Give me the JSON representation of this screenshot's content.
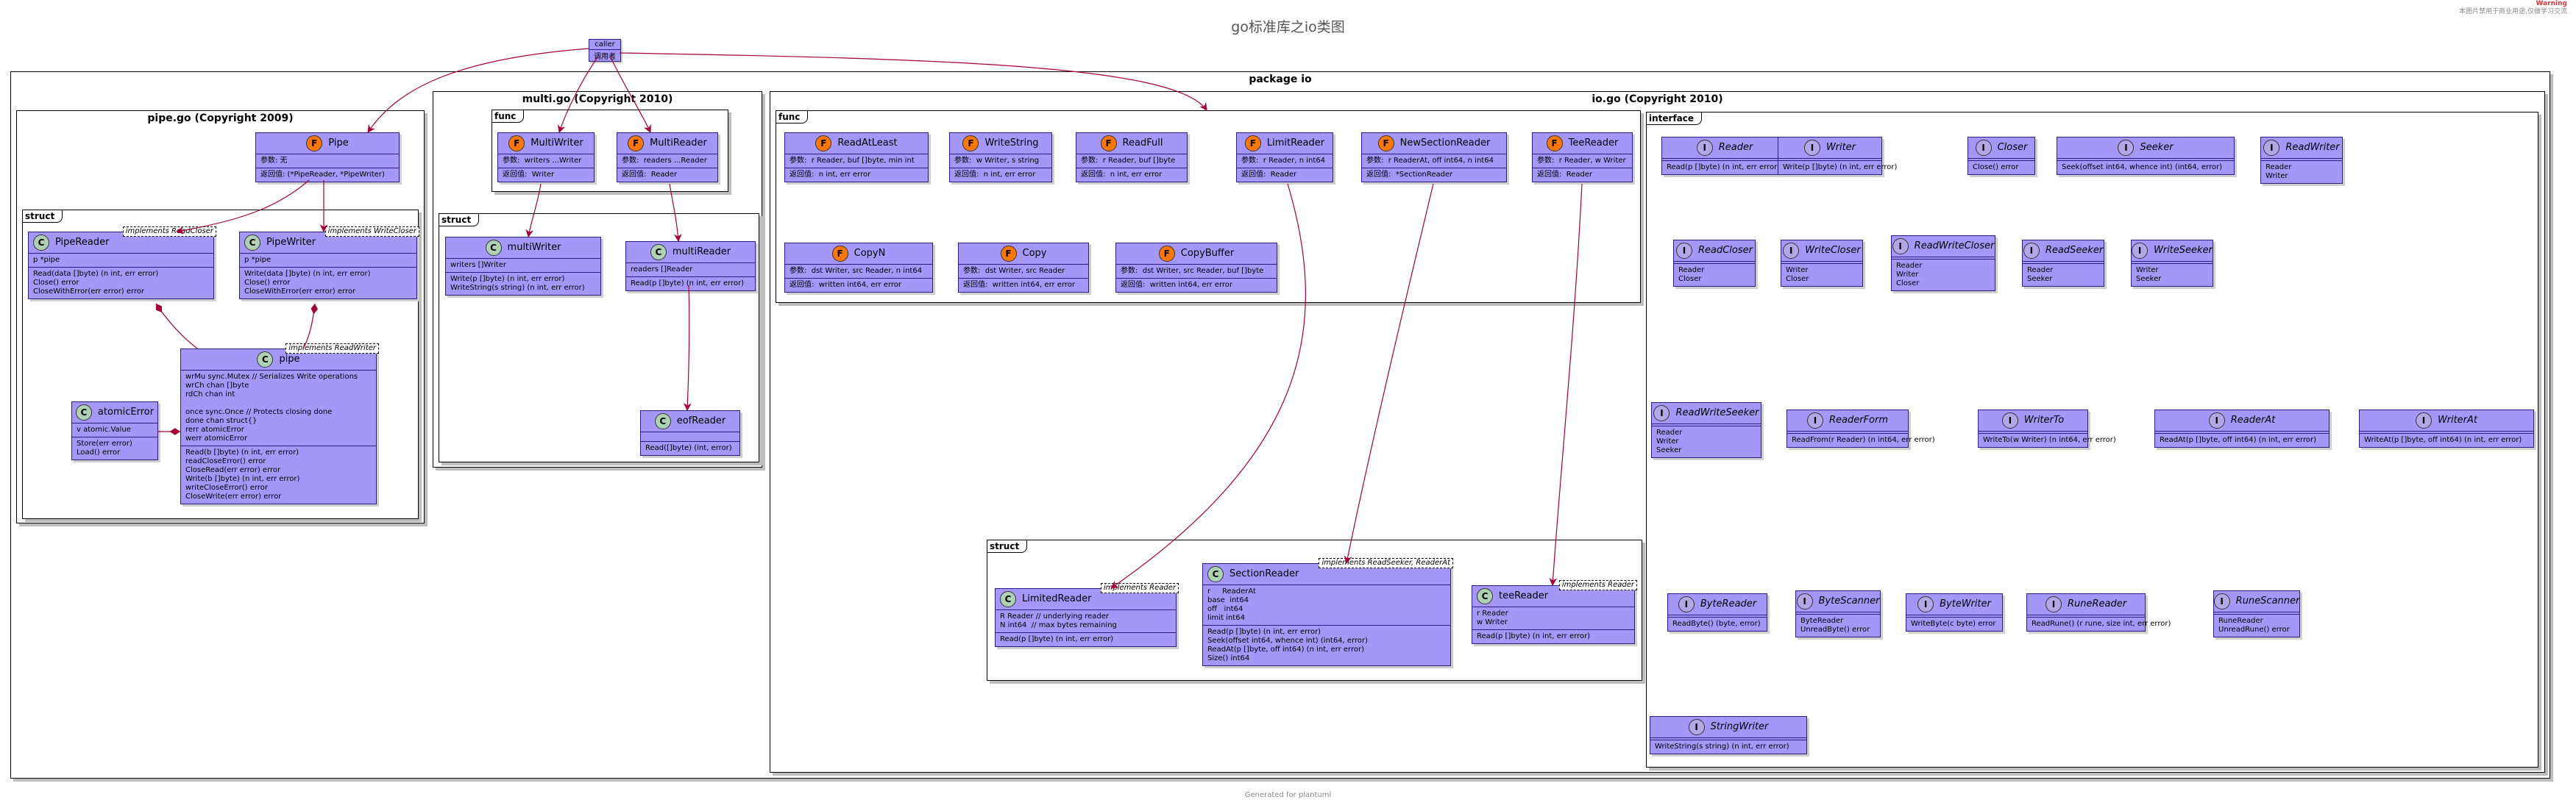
{
  "title": "go标准库之io类图",
  "watermark": [
    "Warning",
    "本图片禁用于商业用途,仅做学习交流"
  ],
  "footer": "Generated for plantuml",
  "caller": {
    "name": "caller",
    "label": "调用者"
  },
  "package": "package io",
  "frames": {
    "pipe_go": "pipe.go  (Copyright 2009)",
    "multi_go": "multi.go  (Copyright 2010)",
    "io_go": "io.go  (Copyright 2010)",
    "func": "func",
    "struct": "struct",
    "interface": "interface"
  },
  "pipe_go": {
    "pipe_func": {
      "name": "Pipe",
      "params": "参数: 无",
      "ret": "返回值: (*PipeReader, *PipeWriter)"
    },
    "PipeReader": {
      "name": "PipeReader",
      "impl": "implements ReadCloser",
      "fields": "p *pipe",
      "methods": "Read(data []byte) (n int, err error)\nClose() error\nCloseWithError(err error) error"
    },
    "PipeWriter": {
      "name": "PipeWriter",
      "impl": "implements WriteCloser",
      "fields": "p *pipe",
      "methods": "Write(data []byte) (n int, err error)\nClose() error\nCloseWithError(err error) error"
    },
    "atomicError": {
      "name": "atomicError",
      "fields": "v atomic.Value",
      "methods": "Store(err error)\nLoad() error"
    },
    "pipe": {
      "name": "pipe",
      "impl": "implements ReadWriter",
      "fields1": "wrMu sync.Mutex // Serializes Write operations\nwrCh chan []byte\nrdCh chan int",
      "fields2": "once sync.Once // Protects closing done\ndone chan struct{}\nrerr atomicError\nwerr atomicError",
      "methods": "Read(b []byte) (n int, err error)\nreadCloseError() error\nCloseRead(err error) error\nWrite(b []byte) (n int, err error)\nwriteCloseError() error\nCloseWrite(err error) error"
    }
  },
  "multi_go": {
    "MultiWriter": {
      "name": "MultiWriter",
      "params": "参数:  writers ...Writer",
      "ret": "返回值:  Writer"
    },
    "MultiReader": {
      "name": "MultiReader",
      "params": "参数:  readers ...Reader",
      "ret": "返回值:  Reader"
    },
    "multiWriter": {
      "name": "multiWriter",
      "fields": "writers []Writer",
      "methods": "Write(p []byte) (n int, err error)\nWriteString(s string) (n int, err error)"
    },
    "multiReader": {
      "name": "multiReader",
      "fields": "readers []Reader",
      "methods": "Read(p []byte) (n int, err error)"
    },
    "eofReader": {
      "name": "eofReader",
      "fields": "",
      "methods": "Read([]byte) (int, error)"
    }
  },
  "io_go": {
    "funcs": [
      {
        "name": "ReadAtLeast",
        "params": "参数:  r Reader, buf []byte, min int",
        "ret": "返回值:  n int, err error"
      },
      {
        "name": "WriteString",
        "params": "参数:  w Writer, s string",
        "ret": "返回值:  n int, err error"
      },
      {
        "name": "ReadFull",
        "params": "参数:  r Reader, buf []byte",
        "ret": "返回值:  n int, err error"
      },
      {
        "name": "LimitReader",
        "params": "参数:  r Reader, n int64",
        "ret": "返回值:  Reader"
      },
      {
        "name": "NewSectionReader",
        "params": "参数:  r ReaderAt, off int64, n int64",
        "ret": "返回值:  *SectionReader"
      },
      {
        "name": "TeeReader",
        "params": "参数:  r Reader, w Writer",
        "ret": "返回值:  Reader"
      },
      {
        "name": "CopyN",
        "params": "参数:  dst Writer, src Reader, n int64",
        "ret": "返回值:  written int64, err error"
      },
      {
        "name": "Copy",
        "params": "参数:  dst Writer, src Reader",
        "ret": "返回值:  written int64, err error"
      },
      {
        "name": "CopyBuffer",
        "params": "参数:  dst Writer, src Reader, buf []byte",
        "ret": "返回值:  written int64, err error"
      }
    ],
    "LimitedReader": {
      "name": "LimitedReader",
      "impl": "implements Reader",
      "fields": "R Reader // underlying reader\nN int64  // max bytes remaining",
      "methods": "Read(p []byte) (n int, err error)"
    },
    "SectionReader": {
      "name": "SectionReader",
      "impl": "implements ReadSeeker, ReaderAt",
      "fields": "r     ReaderAt\nbase  int64\noff   int64\nlimit int64",
      "methods": "Read(p []byte) (n int, err error)\nSeek(offset int64, whence int) (int64, error)\nReadAt(p []byte, off int64) (n int, err error)\nSize() int64"
    },
    "teeReader": {
      "name": "teeReader",
      "impl": "implements Reader",
      "fields": "r Reader\nw Writer",
      "methods": "Read(p []byte) (n int, err error)"
    },
    "interfaces": [
      {
        "name": "Reader",
        "body": "Read(p []byte) (n int, err error)"
      },
      {
        "name": "Writer",
        "body": "Write(p []byte) (n int, err error)"
      },
      {
        "name": "Closer",
        "body": "Close() error"
      },
      {
        "name": "Seeker",
        "body": "Seek(offset int64, whence int) (int64, error)"
      },
      {
        "name": "ReadWriter",
        "body": "Reader\nWriter"
      },
      {
        "name": "ReadCloser",
        "body": "Reader\nCloser"
      },
      {
        "name": "WriteCloser",
        "body": "Writer\nCloser"
      },
      {
        "name": "ReadWriteCloser",
        "body": "Reader\nWriter\nCloser"
      },
      {
        "name": "ReadSeeker",
        "body": "Reader\nSeeker"
      },
      {
        "name": "WriteSeeker",
        "body": "Writer\nSeeker"
      },
      {
        "name": "ReadWriteSeeker",
        "body": "Reader\nWriter\nSeeker"
      },
      {
        "name": "ReaderForm",
        "body": "ReadFrom(r Reader) (n int64, err error)"
      },
      {
        "name": "WriterTo",
        "body": "WriteTo(w Writer) (n int64, err error)"
      },
      {
        "name": "ReaderAt",
        "body": "ReadAt(p []byte, off int64) (n int, err error)"
      },
      {
        "name": "WriterAt",
        "body": "WriteAt(p []byte, off int64) (n int, err error)"
      },
      {
        "name": "ByteReader",
        "body": "ReadByte() (byte, error)"
      },
      {
        "name": "ByteScanner",
        "body": "ByteReader\nUnreadByte() error"
      },
      {
        "name": "ByteWriter",
        "body": "WriteByte(c byte) error"
      },
      {
        "name": "RuneReader",
        "body": "ReadRune() (r rune, size int, err error)"
      },
      {
        "name": "RuneScanner",
        "body": "RuneReader\nUnreadRune() error"
      },
      {
        "name": "StringWriter",
        "body": "WriteString(s string) (n int, err error)"
      }
    ]
  },
  "colors": {
    "class_fill": "#a597f7",
    "class_border": "#2a1d88",
    "arrow": "#a80036",
    "func_badge": "#ff7700",
    "class_badge": "#add1b2",
    "iface_badge": "#b4a7e5"
  }
}
